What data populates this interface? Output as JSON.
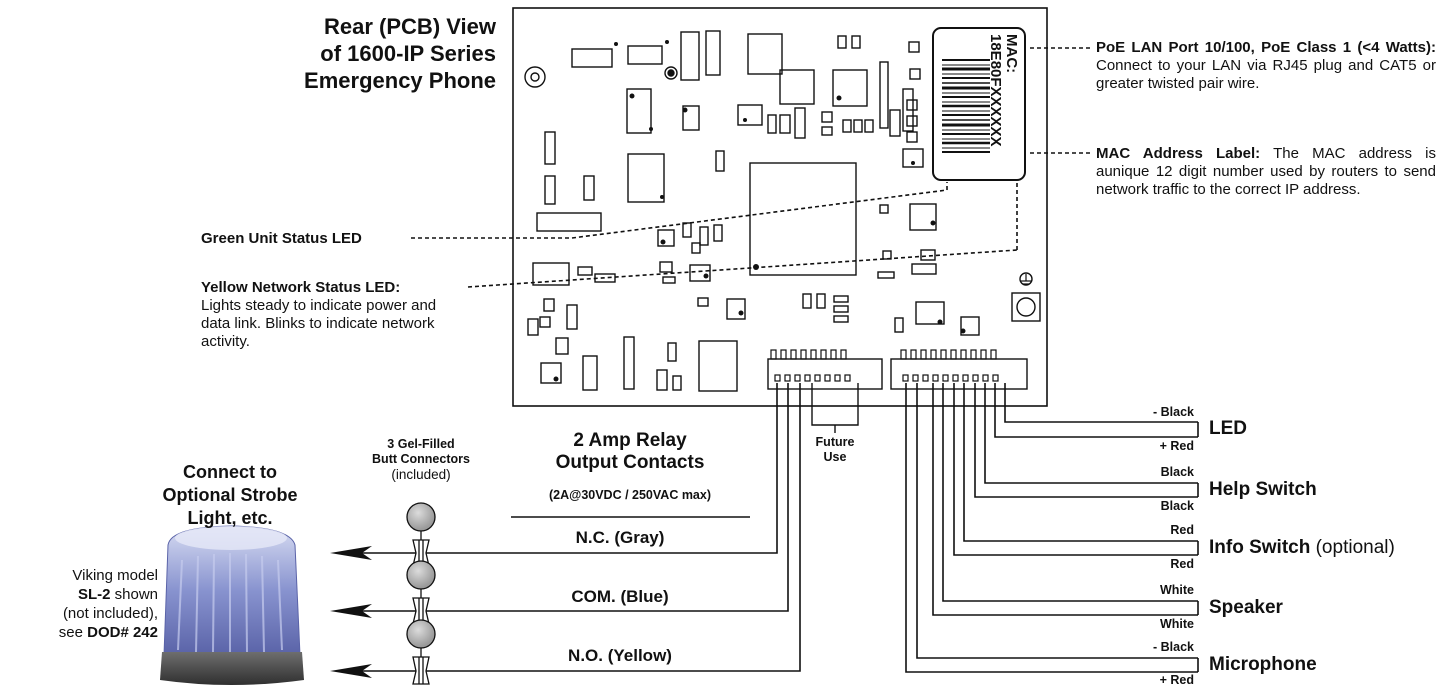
{
  "pcb": {
    "title_lines": [
      "Rear (PCB) View",
      "of 1600-IP Series",
      "Emergency Phone"
    ],
    "mac_label": {
      "line1": "MAC:",
      "line2": "18E80FXXXXXX"
    }
  },
  "callouts": {
    "poe": {
      "lead": "PoE LAN Port 10/100, PoE Class 1 (<4 Watts):",
      "text": "Connect to your LAN via RJ45 plug and CAT5 or greater twisted pair wire."
    },
    "mac": {
      "lead": "MAC Address Label:",
      "text": "The MAC address is aunique 12 digit number used by routers to send network traffic to the correct IP address."
    },
    "green_led": {
      "lead": "Green Unit Status LED"
    },
    "yellow_led": {
      "lead": "Yellow Network Status LED:",
      "text": "Lights steady to indicate power and data link. Blinks to indicate network activity."
    }
  },
  "strobe": {
    "heading_lines": [
      "Connect to",
      "Optional Strobe",
      "Light, etc."
    ],
    "caption": {
      "l1": "Viking model",
      "l2": "SL-2",
      "l2b": " shown",
      "l3": "(not included),",
      "l4a": "see ",
      "l4b": "DOD# 242"
    }
  },
  "connectors": {
    "label_line1": "3 Gel-Filled",
    "label_line2": "Butt Connectors",
    "label_line3": "(included)"
  },
  "relay": {
    "title_line1": "2 Amp Relay",
    "title_line2": "Output Contacts",
    "rating": "(2A@30VDC / 250VAC max)",
    "outputs": [
      "N.C. (Gray)",
      "COM. (Blue)",
      "N.O. (Yellow)"
    ]
  },
  "future_use": {
    "line1": "Future",
    "line2": "Use"
  },
  "wiring": [
    {
      "group": "LED",
      "extra": "",
      "wires": [
        "- Black",
        "+ Red"
      ]
    },
    {
      "group": "Help Switch",
      "extra": "",
      "wires": [
        "Black",
        "Black"
      ]
    },
    {
      "group": "Info Switch",
      "extra": " (optional)",
      "wires": [
        "Red",
        "Red"
      ]
    },
    {
      "group": "Speaker",
      "extra": "",
      "wires": [
        "White",
        "White"
      ]
    },
    {
      "group": "Microphone",
      "extra": "",
      "wires": [
        "- Black",
        "+ Red"
      ]
    }
  ]
}
